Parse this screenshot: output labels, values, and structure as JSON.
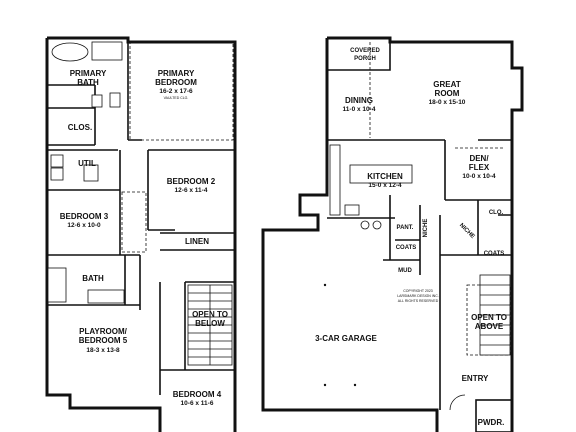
{
  "upper_floor": {
    "primary_bath": {
      "line1": "PRIMARY",
      "line2": "BATH"
    },
    "primary_bedroom": {
      "line1": "PRIMARY",
      "line2": "BEDROOM",
      "dims": "16-2 x 17-6",
      "note": "VAULTED CLG."
    },
    "closet": "CLOS.",
    "util": "UTIL",
    "bedroom2": {
      "name": "BEDROOM 2",
      "dims": "12-6 x 11-4"
    },
    "bedroom3": {
      "name": "BEDROOM 3",
      "dims": "12-6 x 10-0"
    },
    "linen": "LINEN",
    "bath": "BATH",
    "open_below": {
      "line1": "OPEN TO",
      "line2": "BELOW"
    },
    "playroom": {
      "line1": "PLAYROOM/",
      "line2": "BEDROOM 5",
      "dims": "18-3 x 13-8"
    },
    "bedroom4": {
      "name": "BEDROOM 4",
      "dims": "10-6 x 11-6"
    }
  },
  "main_floor": {
    "covered_porch": {
      "line1": "COVERED",
      "line2": "PORCH"
    },
    "great_room": {
      "line1": "GREAT",
      "line2": "ROOM",
      "dims": "18-0 x 15-10"
    },
    "dining": {
      "name": "DINING",
      "dims": "11-0 x 10-4"
    },
    "kitchen": {
      "name": "KITCHEN",
      "dims": "15-0 x 12-4"
    },
    "den": {
      "line1": "DEN/",
      "line2": "FLEX",
      "dims": "10-0 x 10-4"
    },
    "pant": "PANT.",
    "niche": "NICHE",
    "niche2": "NICHE",
    "coats": "COATS",
    "coats2": "COATS",
    "clo": "CLO.",
    "mud": "MUD",
    "garage": "3-CAR GARAGE",
    "open_above": {
      "line1": "OPEN TO",
      "line2": "ABOVE"
    },
    "entry": "ENTRY",
    "pwdr": "PWDR.",
    "copyright": {
      "line1": "COPYRIGHT 2023",
      "line2": "LARSMARK DESIGN INC.",
      "line3": "ALL RIGHTS RESERVED"
    }
  }
}
